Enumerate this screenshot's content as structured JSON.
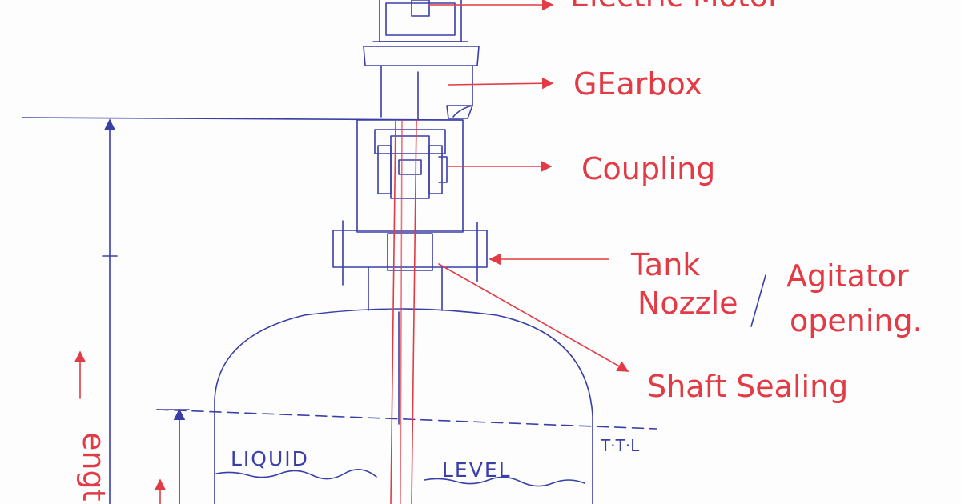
{
  "labels": {
    "motor": "Electric Motor",
    "gearbox": "GEarbox",
    "coupling": "Coupling",
    "tank": "Tank",
    "nozzle": "Nozzle",
    "agitator": "Agitator",
    "opening": "opening.",
    "shaft_sealing": "Shaft Sealing",
    "liquid": "LIQUID",
    "level": "LEVEL",
    "ttl": "T·T·L",
    "length": "ength"
  },
  "colors": {
    "ink_blue": "#3a3fa8",
    "ink_red": "#e23b45"
  }
}
